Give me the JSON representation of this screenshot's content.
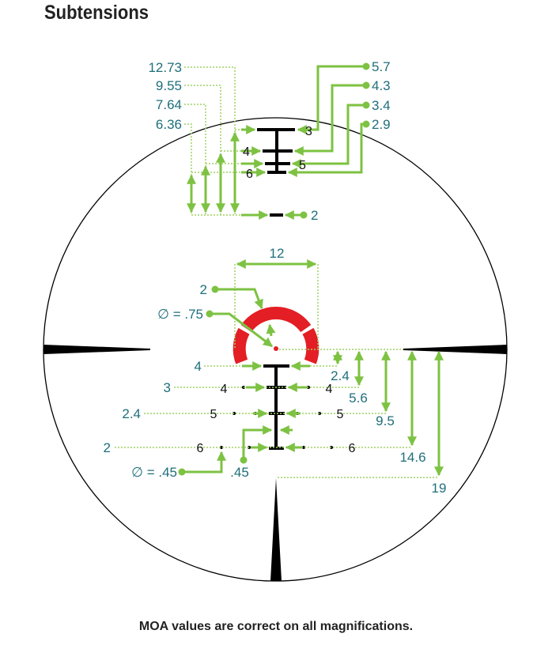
{
  "title": "Subtensions",
  "footer": "MOA values are correct on all magnifications.",
  "colors": {
    "green": "#7dc242",
    "teal": "#1f6f7a",
    "red": "#e31e24",
    "black": "#000000"
  },
  "inset": {
    "left_labels": [
      "12.73",
      "9.55",
      "7.64",
      "6.36"
    ],
    "right_labels": [
      "5.7",
      "4.3",
      "3.4",
      "2.9"
    ],
    "bar_numbers": [
      "3",
      "4",
      "5",
      "6"
    ],
    "bottom_label": "2"
  },
  "main": {
    "ring_width_label": "12",
    "ring_thickness_label": "2",
    "dot_label": "∅ = .75",
    "left_labels": [
      "4",
      "3",
      "2.4",
      "2"
    ],
    "left_numbers": [
      "4",
      "5",
      "6"
    ],
    "right_numbers": [
      "4",
      "5",
      "6"
    ],
    "drop_labels": [
      "2.4",
      "5.6",
      "9.5",
      "14.6",
      "19"
    ],
    "small_dot_label": "∅ = .45",
    "bar_thickness_label": ".45"
  }
}
